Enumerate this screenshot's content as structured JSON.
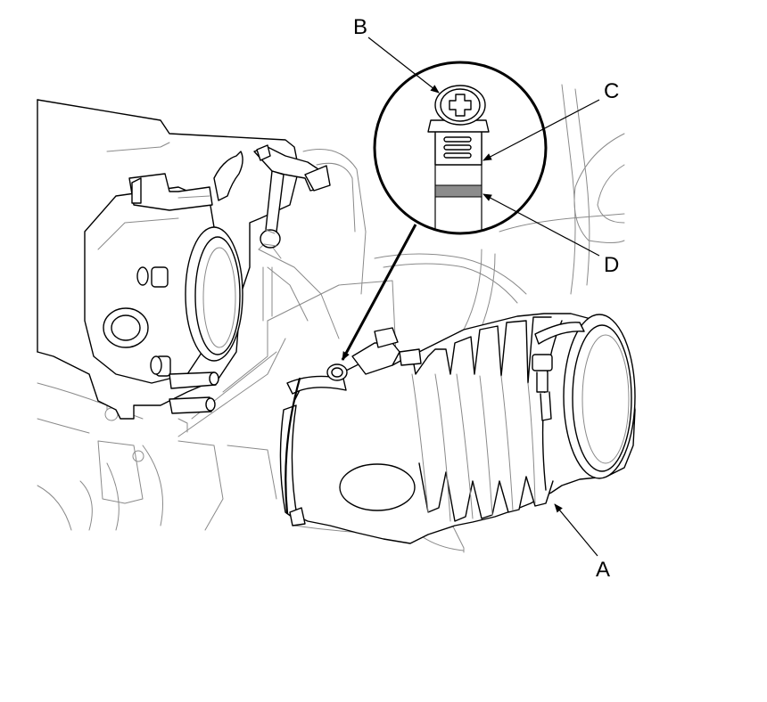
{
  "callouts": {
    "a": "A",
    "b": "B",
    "c": "C",
    "d": "D"
  },
  "colors": {
    "line": "#000000",
    "background_line": "#8a8a8a",
    "band_fill": "#8c8c8c"
  }
}
